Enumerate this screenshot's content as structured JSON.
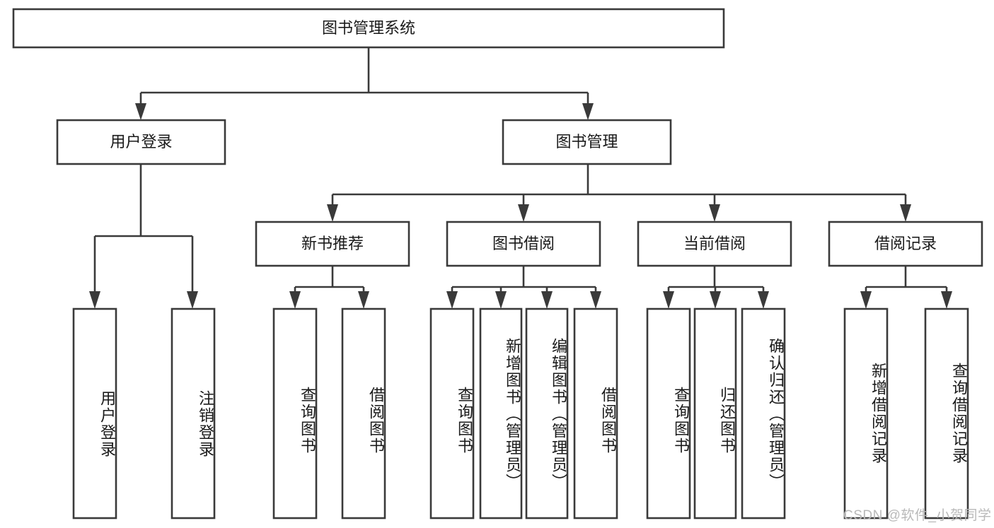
{
  "diagram": {
    "type": "tree-hierarchy",
    "title": "图书管理系统",
    "orientation": "top-down",
    "colors": {
      "box_stroke": "#3a3a3a",
      "box_fill": "#ffffff",
      "text": "#1a1a1a",
      "background": "#ffffff",
      "watermark": "#b9b9b9"
    },
    "root": {
      "label": "图书管理系统"
    },
    "level2": [
      {
        "label": "用户登录"
      },
      {
        "label": "图书管理"
      }
    ],
    "level3": [
      {
        "label": "新书推荐"
      },
      {
        "label": "图书借阅"
      },
      {
        "label": "当前借阅"
      },
      {
        "label": "借阅记录"
      }
    ],
    "leaves": {
      "user_login": [
        {
          "label": "用户登录"
        },
        {
          "label": "注销登录"
        }
      ],
      "new_book_recommend": [
        {
          "label": "查询图书"
        },
        {
          "label": "借阅图书"
        }
      ],
      "book_borrow": [
        {
          "label": "查询图书"
        },
        {
          "label": "新增图书（管理员）"
        },
        {
          "label": "编辑图书（管理员）"
        },
        {
          "label": "借阅图书"
        }
      ],
      "current_borrow": [
        {
          "label": "查询图书"
        },
        {
          "label": "归还图书"
        },
        {
          "label": "确认归还（管理员）"
        }
      ],
      "borrow_record": [
        {
          "label": "新增借阅记录"
        },
        {
          "label": "查询借阅记录"
        }
      ]
    },
    "watermark": "CSDN @软件_小贺同学"
  }
}
